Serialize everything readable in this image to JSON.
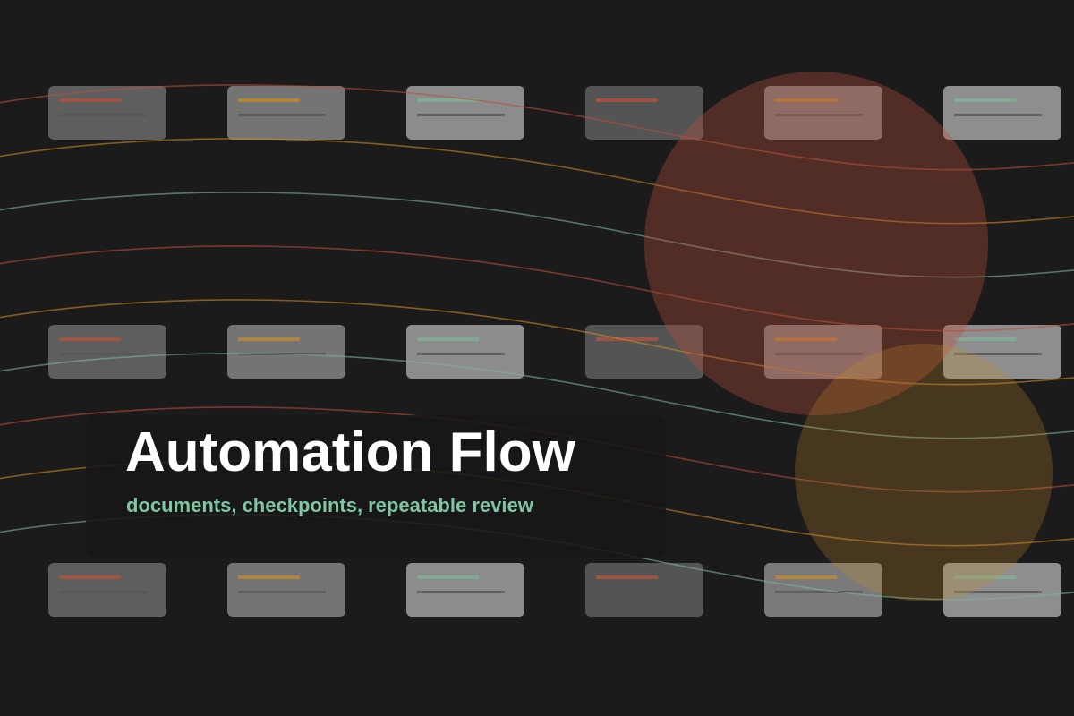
{
  "banner": {
    "title": "Automation Flow",
    "subtitle": "documents, checkpoints, repeatable review"
  },
  "colors": {
    "background": "#1c1b1b",
    "red_accent": "#b8503c",
    "orange_accent": "#c88a2a",
    "green_accent": "#7fb39a",
    "title_text": "#ffffff",
    "subtitle_text": "#7fc7a2"
  },
  "decor": {
    "card_rows": 3,
    "card_columns": 6,
    "wave_count": 9
  }
}
